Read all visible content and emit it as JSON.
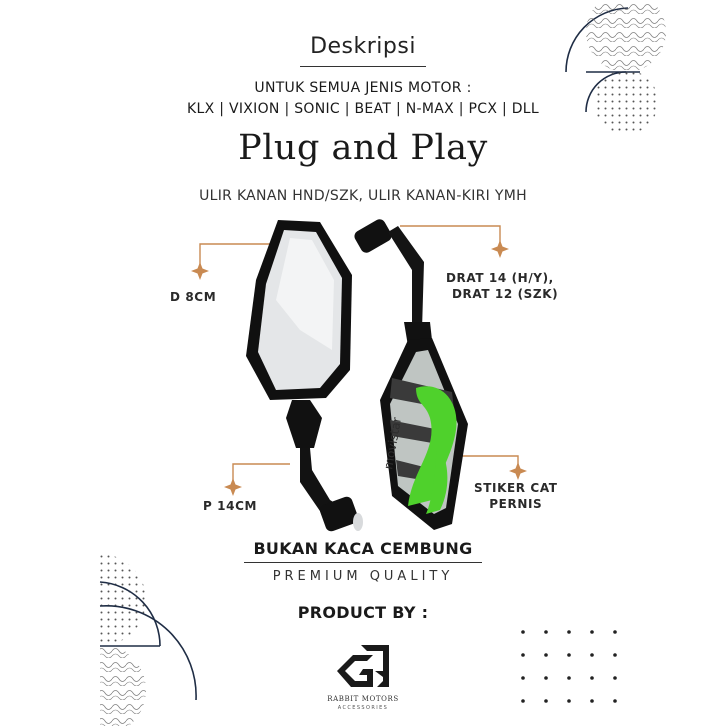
{
  "header": {
    "title": "Deskripsi",
    "line1": "UNTUK SEMUA JENIS MOTOR :",
    "line2": "KLX | VIXION | SONIC | BEAT | N-MAX | PCX | DLL",
    "headline": "Plug and Play",
    "subline": "ULIR KANAN HND/SZK, ULIR KANAN-KIRI YMH"
  },
  "specs": {
    "diameter": "D 8CM",
    "length": "P 14CM",
    "thread_line1": "DRAT 14 (H/Y),",
    "thread_line2": "DRAT 12 (SZK)",
    "sticker_line1": "STIKER CAT",
    "sticker_line2": "PERNIS"
  },
  "footer": {
    "notice": "BUKAN KACA CEMBUNG",
    "quality": "PREMIUM QUALITY",
    "product_by": "PRODUCT BY :",
    "brand_name": "RABBIT MOTORS",
    "brand_sub": "ACCESSORIES"
  },
  "sticker_text": "movistar",
  "colors": {
    "accent": "#c98a52",
    "sticker_green": "#4fd12c",
    "frame_black": "#111111",
    "line_navy": "#1f2d45"
  }
}
